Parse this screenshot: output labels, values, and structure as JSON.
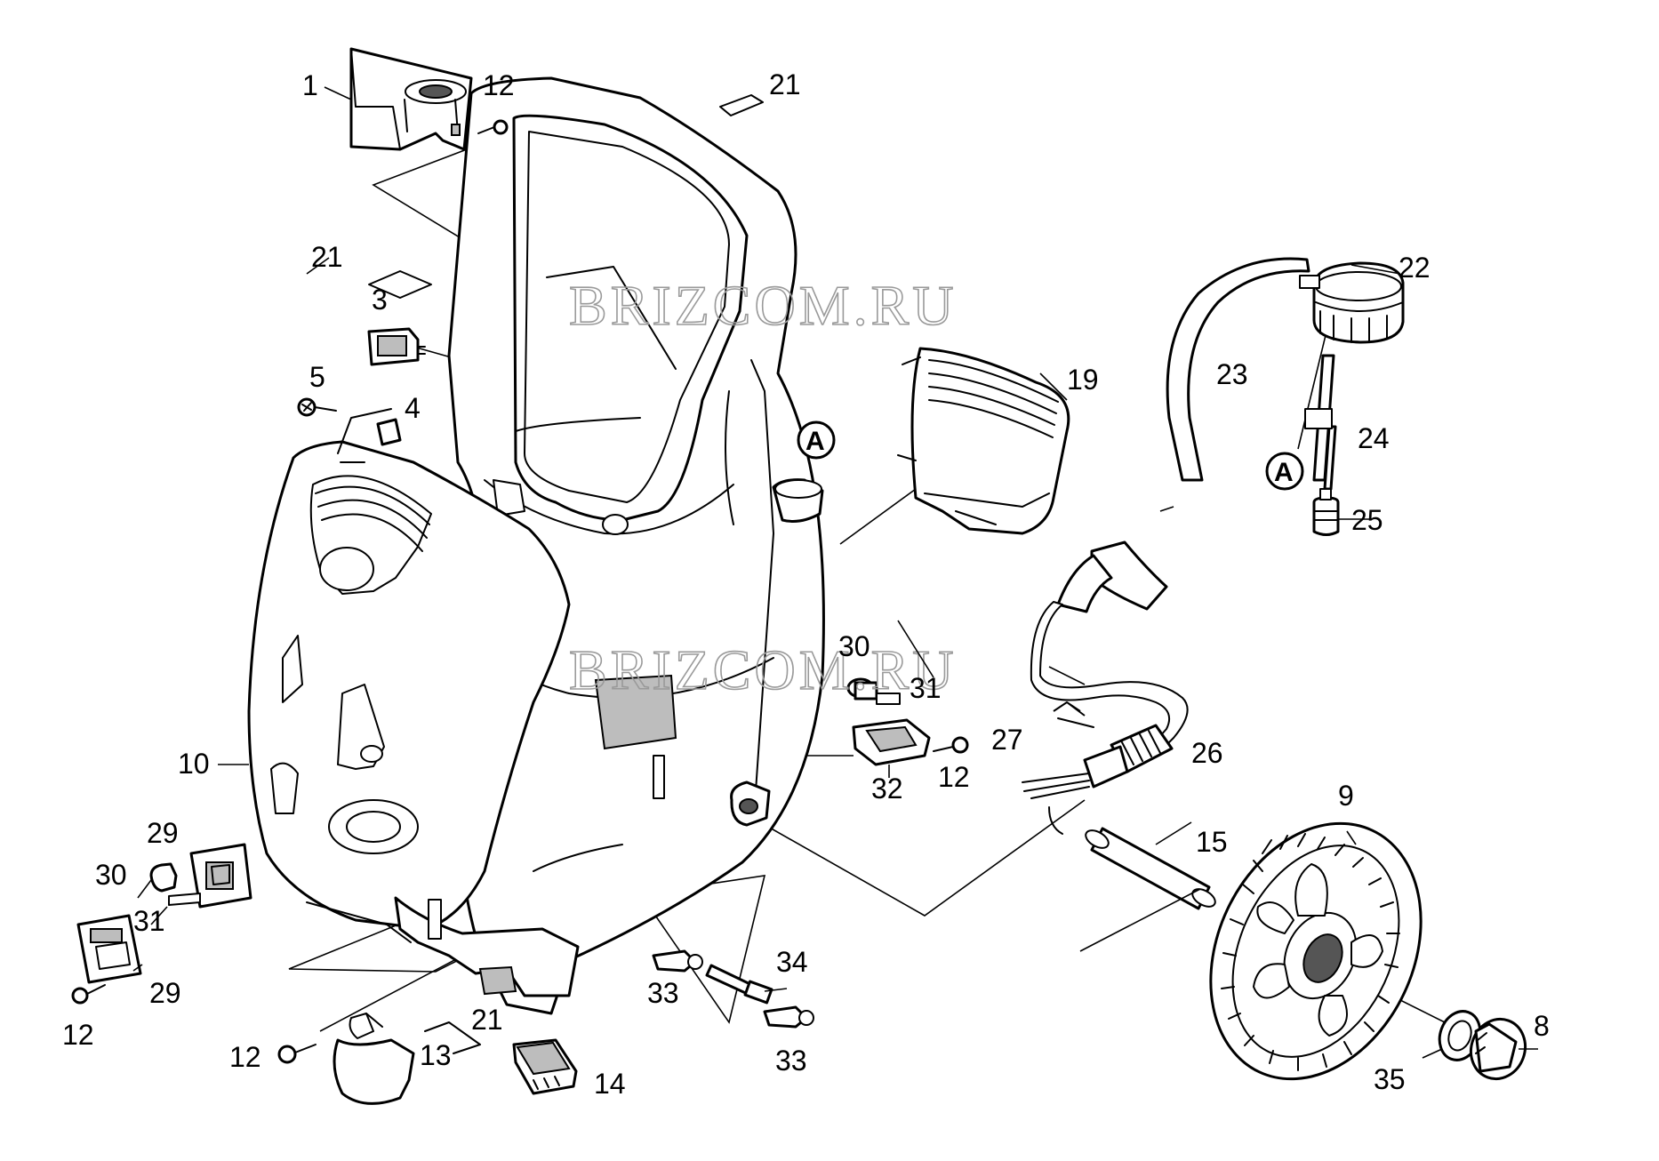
{
  "watermark": {
    "text": "BRIZCOM.RU"
  },
  "reference_marker": {
    "text": "A"
  },
  "callouts": {
    "c1": "1",
    "c12a": "12",
    "c21a": "21",
    "c21b": "21",
    "c3": "3",
    "c5": "5",
    "c4": "4",
    "c19": "19",
    "c22": "22",
    "c23": "23",
    "c24": "24",
    "c25": "25",
    "c30a": "30",
    "c31a": "31",
    "c27": "27",
    "c26": "26",
    "c32": "32",
    "c12b": "12",
    "c10": "10",
    "c9": "9",
    "c15": "15",
    "c29a": "29",
    "c30b": "30",
    "c31b": "31",
    "c29b": "29",
    "c12c": "12",
    "c21c": "21",
    "c12d": "12",
    "c13": "13",
    "c14": "14",
    "c33a": "33",
    "c34": "34",
    "c33b": "33",
    "c35": "35",
    "c8": "8"
  }
}
